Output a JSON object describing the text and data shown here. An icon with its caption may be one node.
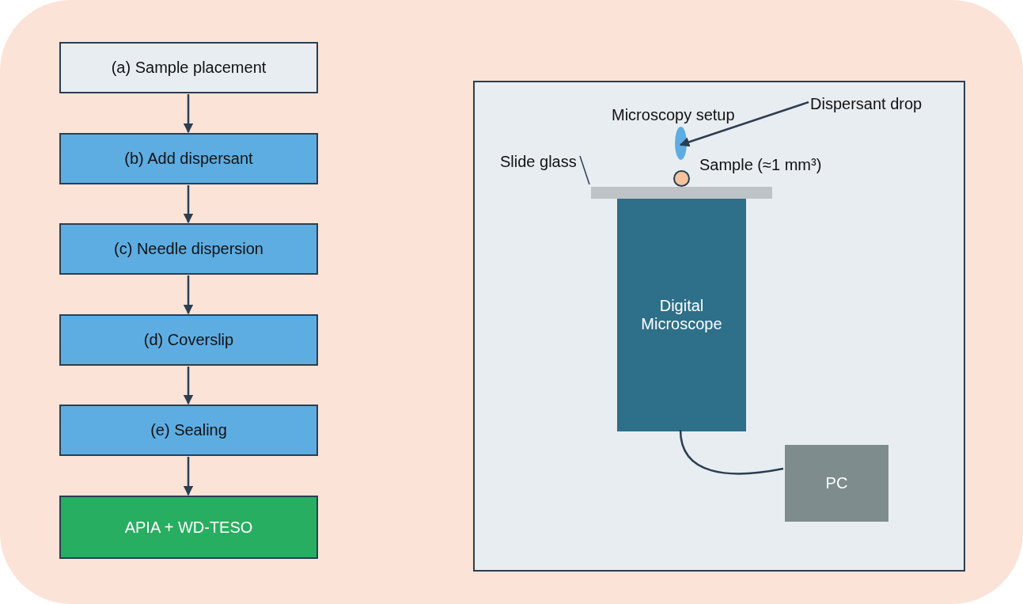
{
  "diagram": {
    "nodes": [
      {
        "text": [
          "(a) Sample placement"
        ]
      },
      {
        "text": [
          "(b) Add dispersant"
        ]
      },
      {
        "text": [
          "(c) Needle dispersion"
        ]
      },
      {
        "text": [
          "(d) Coverslip"
        ]
      },
      {
        "text": [
          "(e) Sealing"
        ]
      },
      {
        "text": [
          "APIA + WD-TESO"
        ]
      },
      {
        "text": [
          "Microscopy setup"
        ]
      },
      {
        "text": [
          "Digital Microscope"
        ],
        "in": 6
      },
      {
        "text": [
          "PC"
        ],
        "in": 6
      },
      {
        "text": [
          "Dispersant drop"
        ],
        "in": 6
      },
      {
        "text": [],
        "shape": "drop",
        "in": 6
      },
      {
        "text": [
          "Slide glass"
        ],
        "in": 6
      },
      {
        "text": [],
        "shape": "bar",
        "in": 6
      },
      {
        "text": [],
        "shape": "circle",
        "in": 6,
        "beside": [
          "Sample (≈1 mm³)"
        ]
      }
    ],
    "edges": [
      {
        "from": 0,
        "to": 1,
        "arrow": "to"
      },
      {
        "from": 1,
        "to": 2,
        "arrow": "to"
      },
      {
        "from": 2,
        "to": 3,
        "arrow": "to"
      },
      {
        "from": 3,
        "to": 4,
        "arrow": "to"
      },
      {
        "from": 4,
        "to": 5,
        "arrow": "to"
      },
      {
        "from": 9,
        "to": 10,
        "arrow": "to"
      },
      {
        "from": 11,
        "to": 12,
        "arrow": "none"
      },
      {
        "from": 7,
        "to": 8,
        "arrow": "none"
      }
    ]
  }
}
